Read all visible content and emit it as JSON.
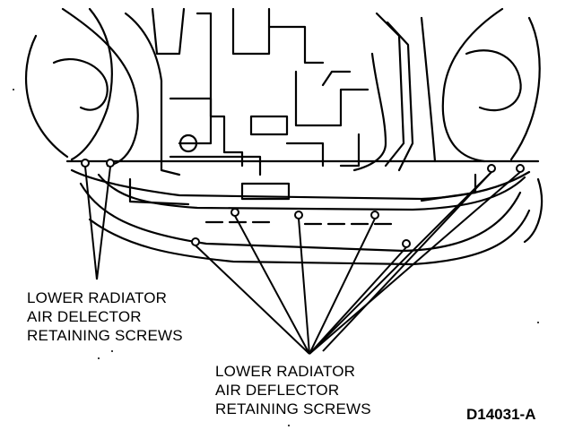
{
  "labels": {
    "left_callout": [
      "LOWER RADIATOR",
      "AIR DELECTOR",
      "RETAINING SCREWS"
    ],
    "right_callout": [
      "LOWER RADIATOR",
      "AIR DEFLECTOR",
      "RETAINING SCREWS"
    ],
    "figure_id": "D14031-A"
  },
  "colors": {
    "ink": "#000000",
    "paper": "#ffffff"
  }
}
